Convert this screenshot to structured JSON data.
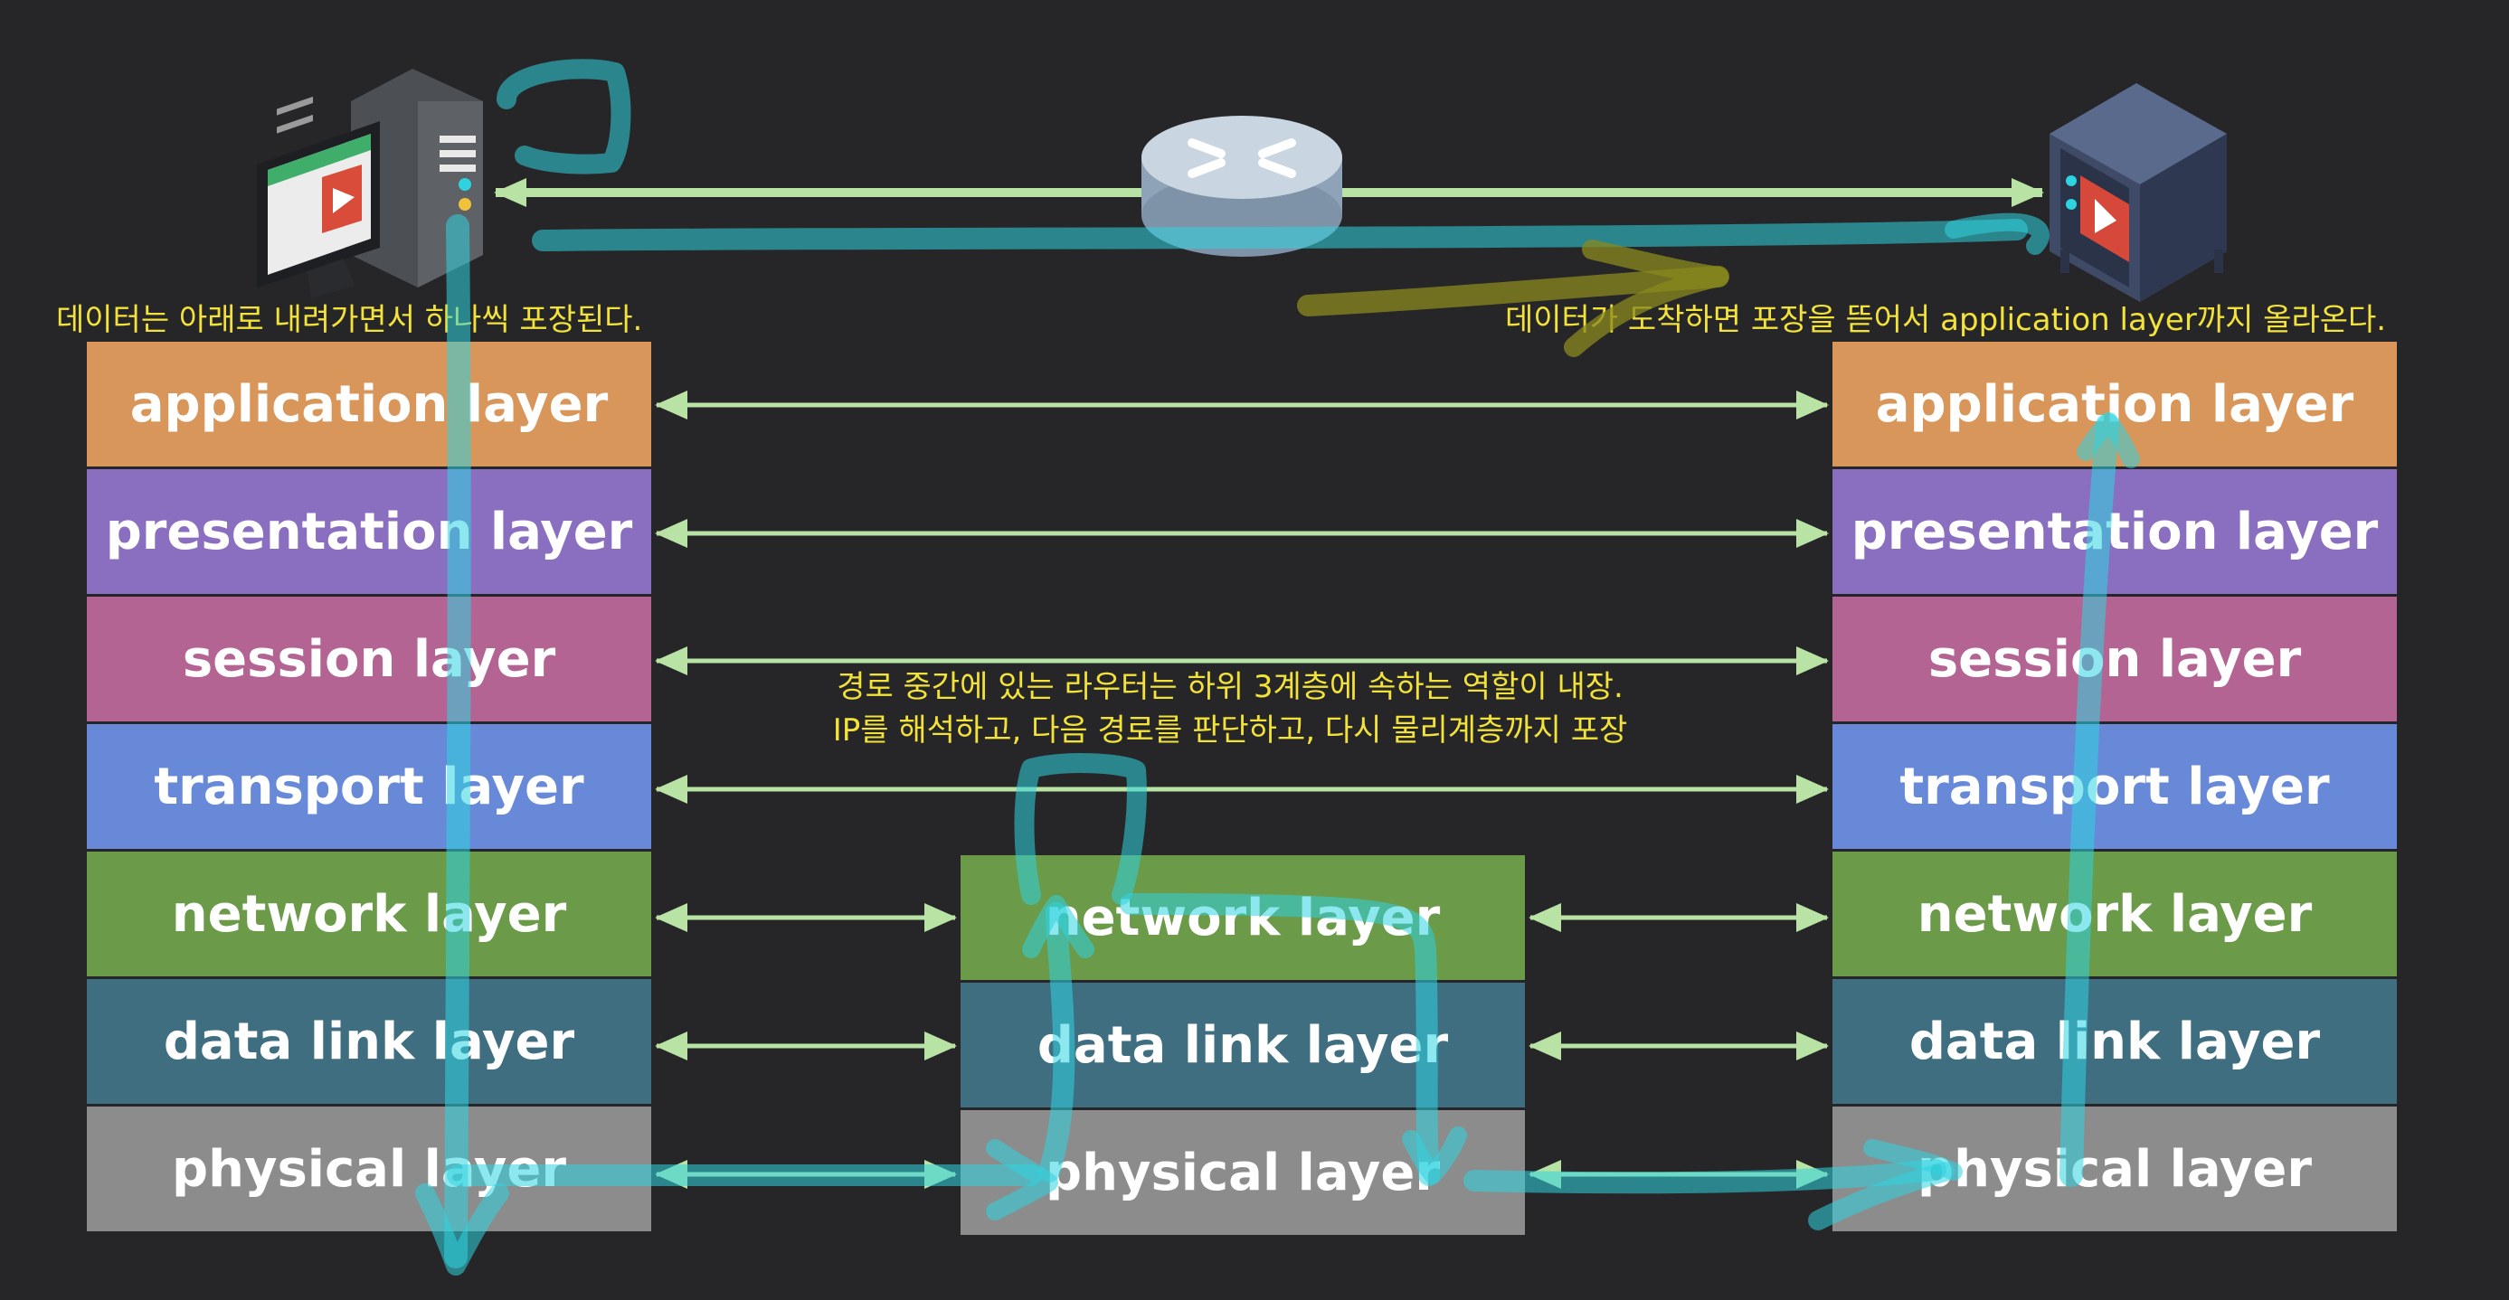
{
  "notes": {
    "left": "데이터는 아래로 내려가면서 하나씩 포장된다.",
    "right": "데이터가 도착하면 포장을 뜯어서 application layer까지 올라온다.",
    "router_line1": "경로 중간에 있는 라우터는 하위 3계층에 속하는 역할이 내장.",
    "router_line2": "IP를 해석하고, 다음 경로를 판단하고, 다시 물리계층까지 포장"
  },
  "layers": {
    "application": "application layer",
    "presentation": "presentation layer",
    "session": "session layer",
    "transport": "transport layer",
    "network": "network layer",
    "datalink": "data link layer",
    "physical": "physical layer"
  },
  "colors": {
    "application": "#d9965a",
    "presentation": "#8a6fc0",
    "session": "#b46492",
    "transport": "#6789d8",
    "network": "#6b9a48",
    "datalink": "#3e6e80",
    "physical": "#8c8c8c",
    "arrow": "#b9e3a5",
    "annotation": "#f2e23a",
    "highlighter": "#2fd3e0"
  },
  "icons": {
    "left_device": "computer-icon",
    "router": "router-icon",
    "right_device": "server-icon"
  }
}
